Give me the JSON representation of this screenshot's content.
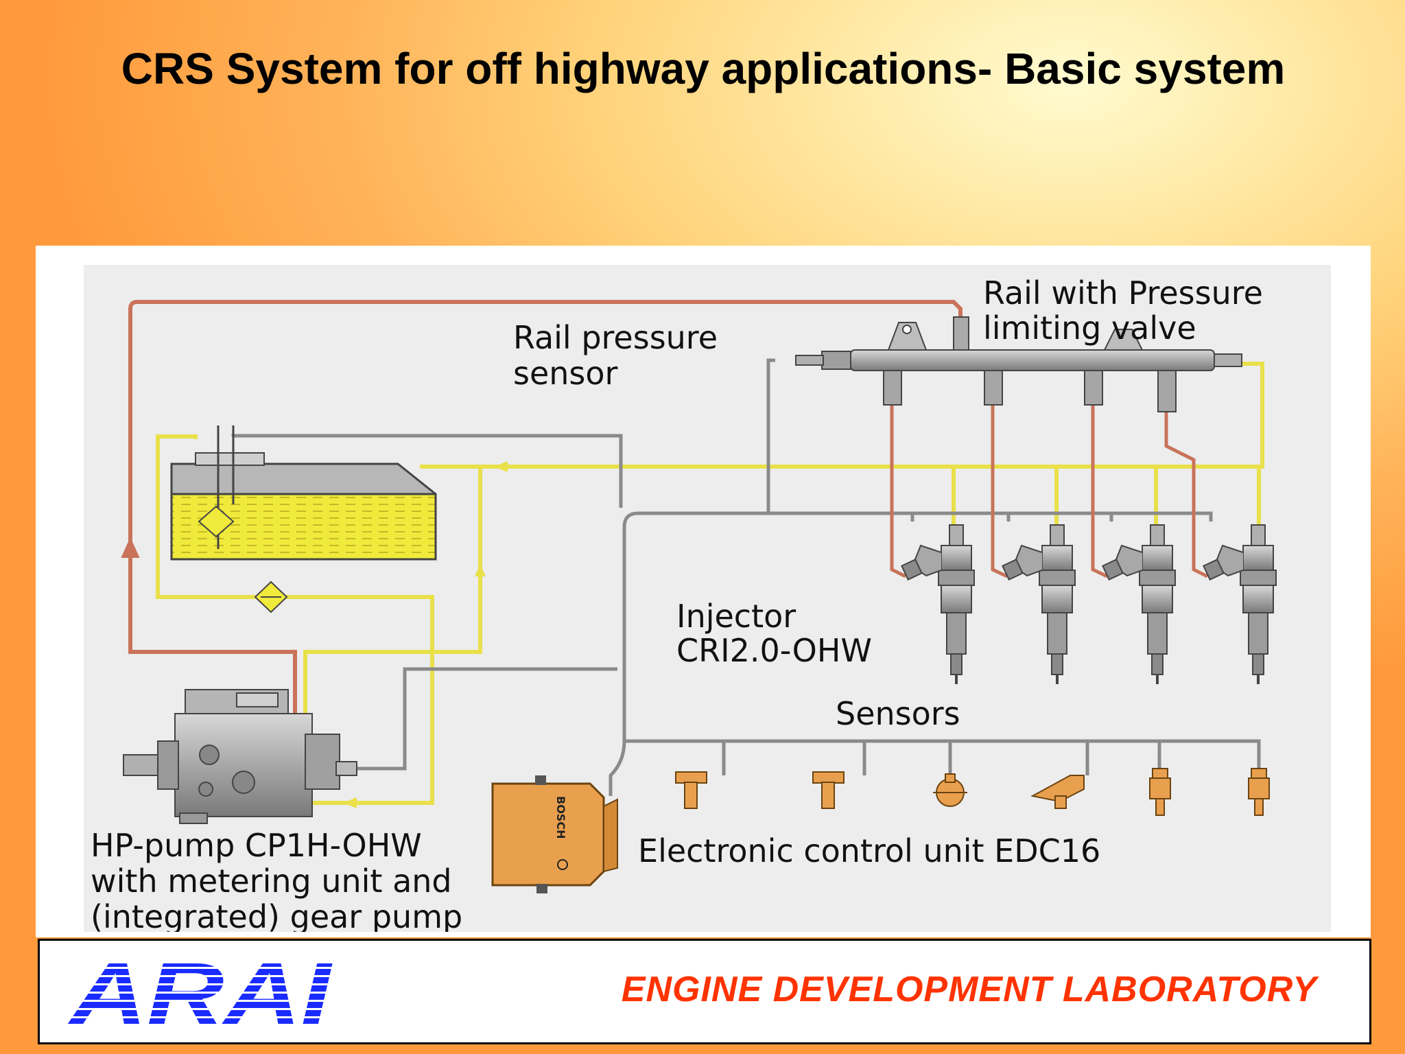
{
  "slide": {
    "title": "CRS System for off highway applications- Basic system"
  },
  "diagram": {
    "labels": {
      "rail_pressure_sensor_l1": "Rail pressure",
      "rail_pressure_sensor_l2": "sensor",
      "rail_valve_l1": "Rail with Pressure",
      "rail_valve_l2": "limiting valve",
      "injector_l1": "Injector",
      "injector_l2": "CRI2.0-OHW",
      "sensors": "Sensors",
      "ecu": "Electronic control unit EDC16",
      "pump_l1": "HP-pump CP1H-OHW",
      "pump_l2": "with metering unit and",
      "pump_l3": "(integrated) gear pump",
      "ecu_brand": "BOSCH"
    },
    "colors": {
      "high_pressure_line": "#c9735a",
      "low_pressure_line": "#e9e04a",
      "electrical_line": "#8a8a8a",
      "fuel": "#f0ea3c",
      "ecu_body": "#e9a04e",
      "panel_bg": "#ededed"
    }
  },
  "footer": {
    "logo_text": "ARAI",
    "lab_name": "ENGINE DEVELOPMENT LABORATORY",
    "logo_color": "#1a2bff",
    "lab_color": "#ff3300"
  }
}
